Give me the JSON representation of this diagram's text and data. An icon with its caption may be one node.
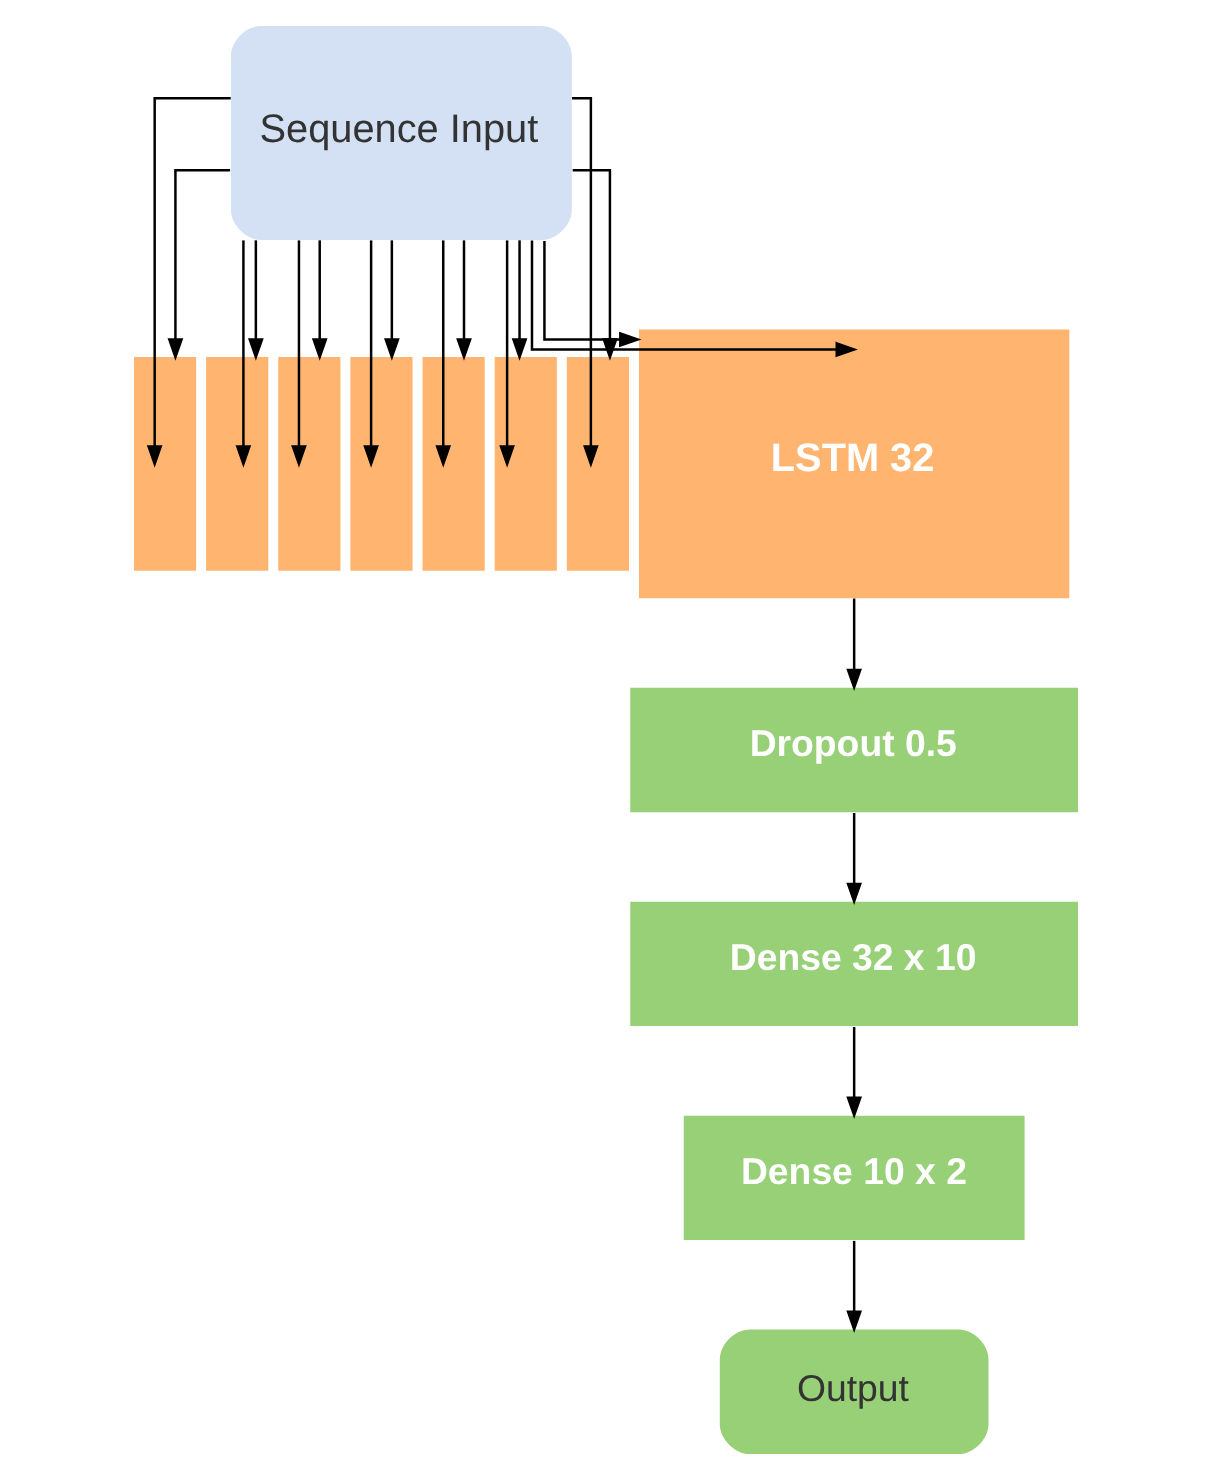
{
  "diagram": {
    "nodes": [
      {
        "text": [
          "Sequence Input"
        ]
      },
      {
        "text": [],
        "shape": "box"
      },
      {
        "text": [],
        "shape": "box"
      },
      {
        "text": [],
        "shape": "box"
      },
      {
        "text": [],
        "shape": "box"
      },
      {
        "text": [],
        "shape": "box"
      },
      {
        "text": [],
        "shape": "box"
      },
      {
        "text": [],
        "shape": "box"
      },
      {
        "text": [
          "LSTM 32"
        ]
      },
      {
        "text": [
          "Dropout 0.5"
        ]
      },
      {
        "text": [
          "Dense 32 x 10"
        ]
      },
      {
        "text": [
          "Dense 10 x 2"
        ]
      },
      {
        "text": [
          "Output"
        ]
      }
    ],
    "edges": [
      {
        "from": 0,
        "to": 1,
        "arrow": "to"
      },
      {
        "from": 0,
        "to": 1,
        "arrow": "to"
      },
      {
        "from": 0,
        "to": 2,
        "arrow": "to"
      },
      {
        "from": 0,
        "to": 2,
        "arrow": "to"
      },
      {
        "from": 0,
        "to": 3,
        "arrow": "to"
      },
      {
        "from": 0,
        "to": 3,
        "arrow": "to"
      },
      {
        "from": 0,
        "to": 4,
        "arrow": "to"
      },
      {
        "from": 0,
        "to": 4,
        "arrow": "to"
      },
      {
        "from": 0,
        "to": 5,
        "arrow": "to"
      },
      {
        "from": 0,
        "to": 5,
        "arrow": "to"
      },
      {
        "from": 0,
        "to": 6,
        "arrow": "to"
      },
      {
        "from": 0,
        "to": 6,
        "arrow": "to"
      },
      {
        "from": 0,
        "to": 7,
        "arrow": "to"
      },
      {
        "from": 0,
        "to": 7,
        "arrow": "to"
      },
      {
        "from": 0,
        "to": 8,
        "arrow": "to"
      },
      {
        "from": 0,
        "to": 8,
        "arrow": "to"
      },
      {
        "from": 8,
        "to": 9,
        "arrow": "to"
      },
      {
        "from": 9,
        "to": 10,
        "arrow": "to"
      },
      {
        "from": 10,
        "to": 11,
        "arrow": "to"
      },
      {
        "from": 11,
        "to": 12,
        "arrow": "to"
      }
    ]
  }
}
